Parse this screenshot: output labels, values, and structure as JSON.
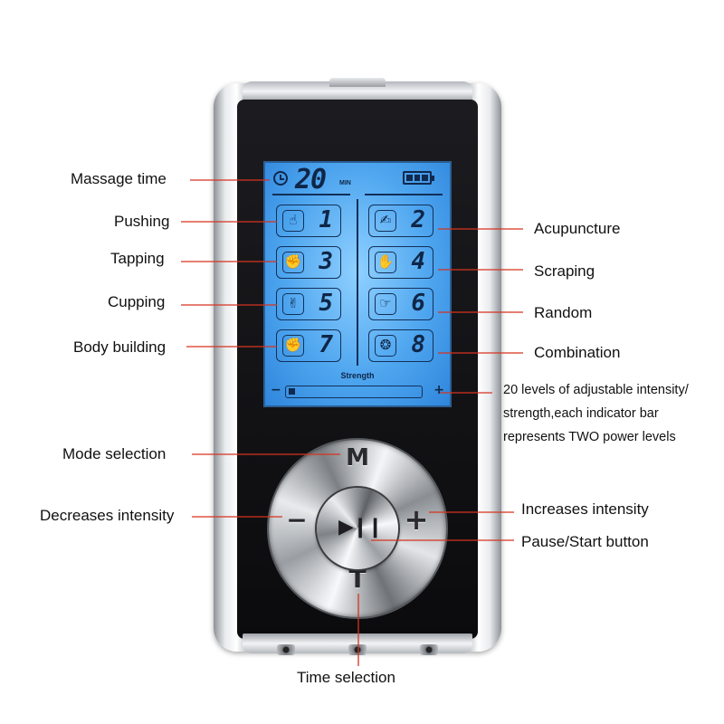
{
  "lcd": {
    "time_value": "20",
    "time_unit": "MIN",
    "battery_level": 1.0,
    "modes": [
      {
        "number": "1",
        "icon": "pushing-hand-icon",
        "glyph": "☝"
      },
      {
        "number": "2",
        "icon": "acupuncture-hand-icon",
        "glyph": "✍"
      },
      {
        "number": "3",
        "icon": "tapping-hand-icon",
        "glyph": "✊"
      },
      {
        "number": "4",
        "icon": "scraping-hand-icon",
        "glyph": "✋"
      },
      {
        "number": "5",
        "icon": "cupping-icon",
        "glyph": "✌"
      },
      {
        "number": "6",
        "icon": "random-hand-icon",
        "glyph": "☞"
      },
      {
        "number": "7",
        "icon": "body-building-arm-icon",
        "glyph": "✊"
      },
      {
        "number": "8",
        "icon": "combination-icon",
        "glyph": "❂"
      }
    ],
    "strength_label": "Strength",
    "strength_minus": "−",
    "strength_plus": "+",
    "strength_level": 0.05
  },
  "controls": {
    "mode_glyph": "M",
    "decrease_glyph": "−",
    "increase_glyph": "+",
    "time_glyph": "T",
    "play_pause_glyph": "▶❙❙"
  },
  "callouts": {
    "massage_time": "Massage time",
    "pushing": "Pushing",
    "tapping": "Tapping",
    "cupping": "Cupping",
    "body_building": "Body building",
    "acupuncture": "Acupuncture",
    "scraping": "Scraping",
    "random": "Random",
    "combination": "Combination",
    "intensity_line1": "20 levels of adjustable intensity/",
    "intensity_line2": "strength,each indicator bar",
    "intensity_line3": "represents TWO power levels",
    "mode_selection": "Mode selection",
    "decreases_intensity": "Decreases intensity",
    "increases_intensity": "Increases intensity",
    "pause_start": "Pause/Start button",
    "time_selection": "Time selection"
  },
  "colors": {
    "lcd_backlight": "#4fa6ef",
    "lcd_segment": "#0f2648",
    "leader_line": "#d6331f"
  }
}
